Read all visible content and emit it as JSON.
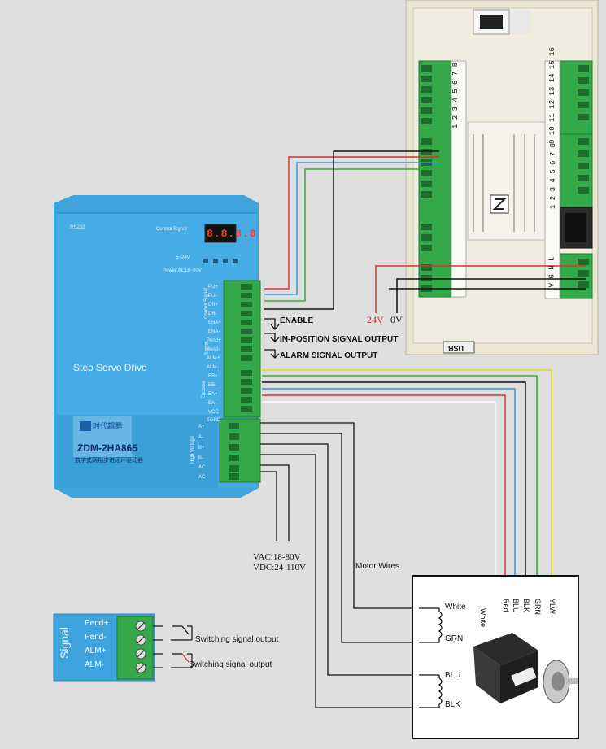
{
  "driver": {
    "port_label": "RS232",
    "control_signal_label": "Control Signal",
    "display_text": "8.8.8.8",
    "power_label_1": "5~24V",
    "power_label_2": "Power:AC18~80V",
    "product_name": "Step Servo Drive",
    "brand_cn": "时代超群",
    "model": "ZDM-2HA865",
    "subtitle_cn": "数字式两相步进闭环驱动器",
    "group_labels": {
      "control": "Control Signal",
      "signal": "Signal",
      "encoder": "Encoder",
      "high_voltage": "High Voltage"
    },
    "control_pins": [
      "PU+",
      "PU-",
      "DR+",
      "DR-",
      "ENA+",
      "ENA-"
    ],
    "signal_pins": [
      "Pend+",
      "Pend-",
      "ALM+",
      "ALM-"
    ],
    "encoder_pins": [
      "EB+",
      "EB-",
      "EA+",
      "EA-",
      "VCC",
      "EGND"
    ],
    "power_pins": [
      "A+",
      "A-",
      "B+",
      "B-",
      "AC",
      "AC"
    ]
  },
  "labels": {
    "enable": "ENABLE",
    "in_position": "IN-POSITION SIGNAL OUTPUT",
    "alarm": "ALARM SIGNAL OUTPUT",
    "v24": "24V",
    "v0": "0V",
    "vac": "VAC:18-80V",
    "vdc": "VDC:24-110V",
    "motor_wires": "Motor Wires"
  },
  "controller": {
    "usb_label": "USB",
    "top_numbers": "1 2 3 4 5 6 7 8",
    "right_numbers": "9 10 11 12 13 14 15 16",
    "right_lower_numbers": "1 2 3 4 5 6 7 8",
    "power_pins": "V G N L"
  },
  "encoder_wires": {
    "names": [
      "White",
      "Red",
      "BLU",
      "BLK",
      "GRN",
      "YLW"
    ],
    "colors": [
      "#ffffff",
      "#d93030",
      "#3d8fe0",
      "#222222",
      "#3aa83a",
      "#e8d800"
    ]
  },
  "motor": {
    "coil_labels": [
      "White",
      "GRN",
      "BLU",
      "BLK"
    ]
  },
  "inset": {
    "side_label": "Signal",
    "pins": [
      "Pend+",
      "Pend-",
      "ALM+",
      "ALM-"
    ],
    "output_1": "Switching signal output",
    "output_2": "Switching signal output"
  },
  "colors": {
    "driver_blue": "#3fa3dd",
    "terminal_green": "#35a84a",
    "wire_red": "#d93030",
    "wire_blue": "#3d8fe0",
    "wire_green": "#3aa83a",
    "wire_yellow": "#e8d800"
  }
}
